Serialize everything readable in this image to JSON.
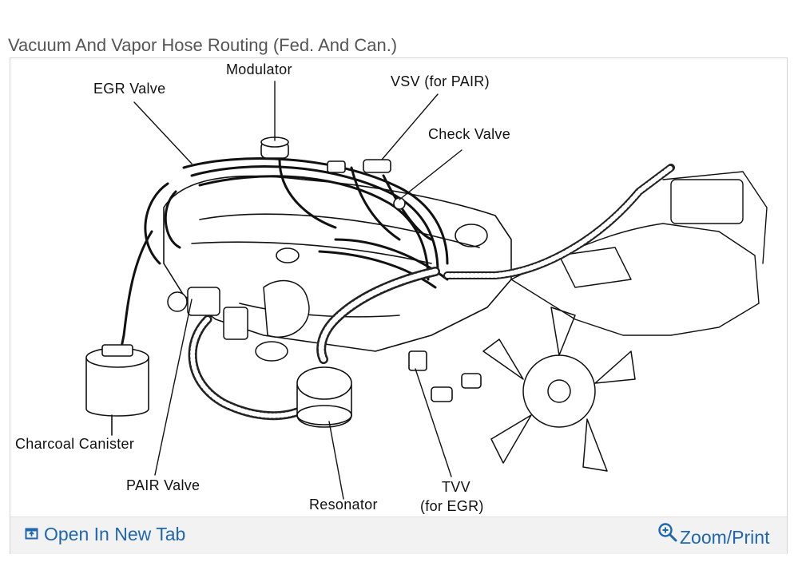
{
  "header": {
    "title": "Vacuum And Vapor Hose Routing (Fed. And Can.)"
  },
  "diagram": {
    "labels": {
      "modulator": "Modulator",
      "egr_valve": "EGR Valve",
      "vsv": "VSV (for PAIR)",
      "check_valve": "Check Valve",
      "charcoal_canister": "Charcoal Canister",
      "pair_valve": "PAIR Valve",
      "resonator": "Resonator",
      "tvv_line1": "TVV",
      "tvv_line2": "(for EGR)"
    }
  },
  "toolbar": {
    "open_tab_label": "Open In New Tab",
    "open_tab_icon": "open-new-tab-icon",
    "zoom_label": "Zoom/Print",
    "zoom_icon": "zoom-in-icon",
    "link_color": "#1f67b0"
  }
}
